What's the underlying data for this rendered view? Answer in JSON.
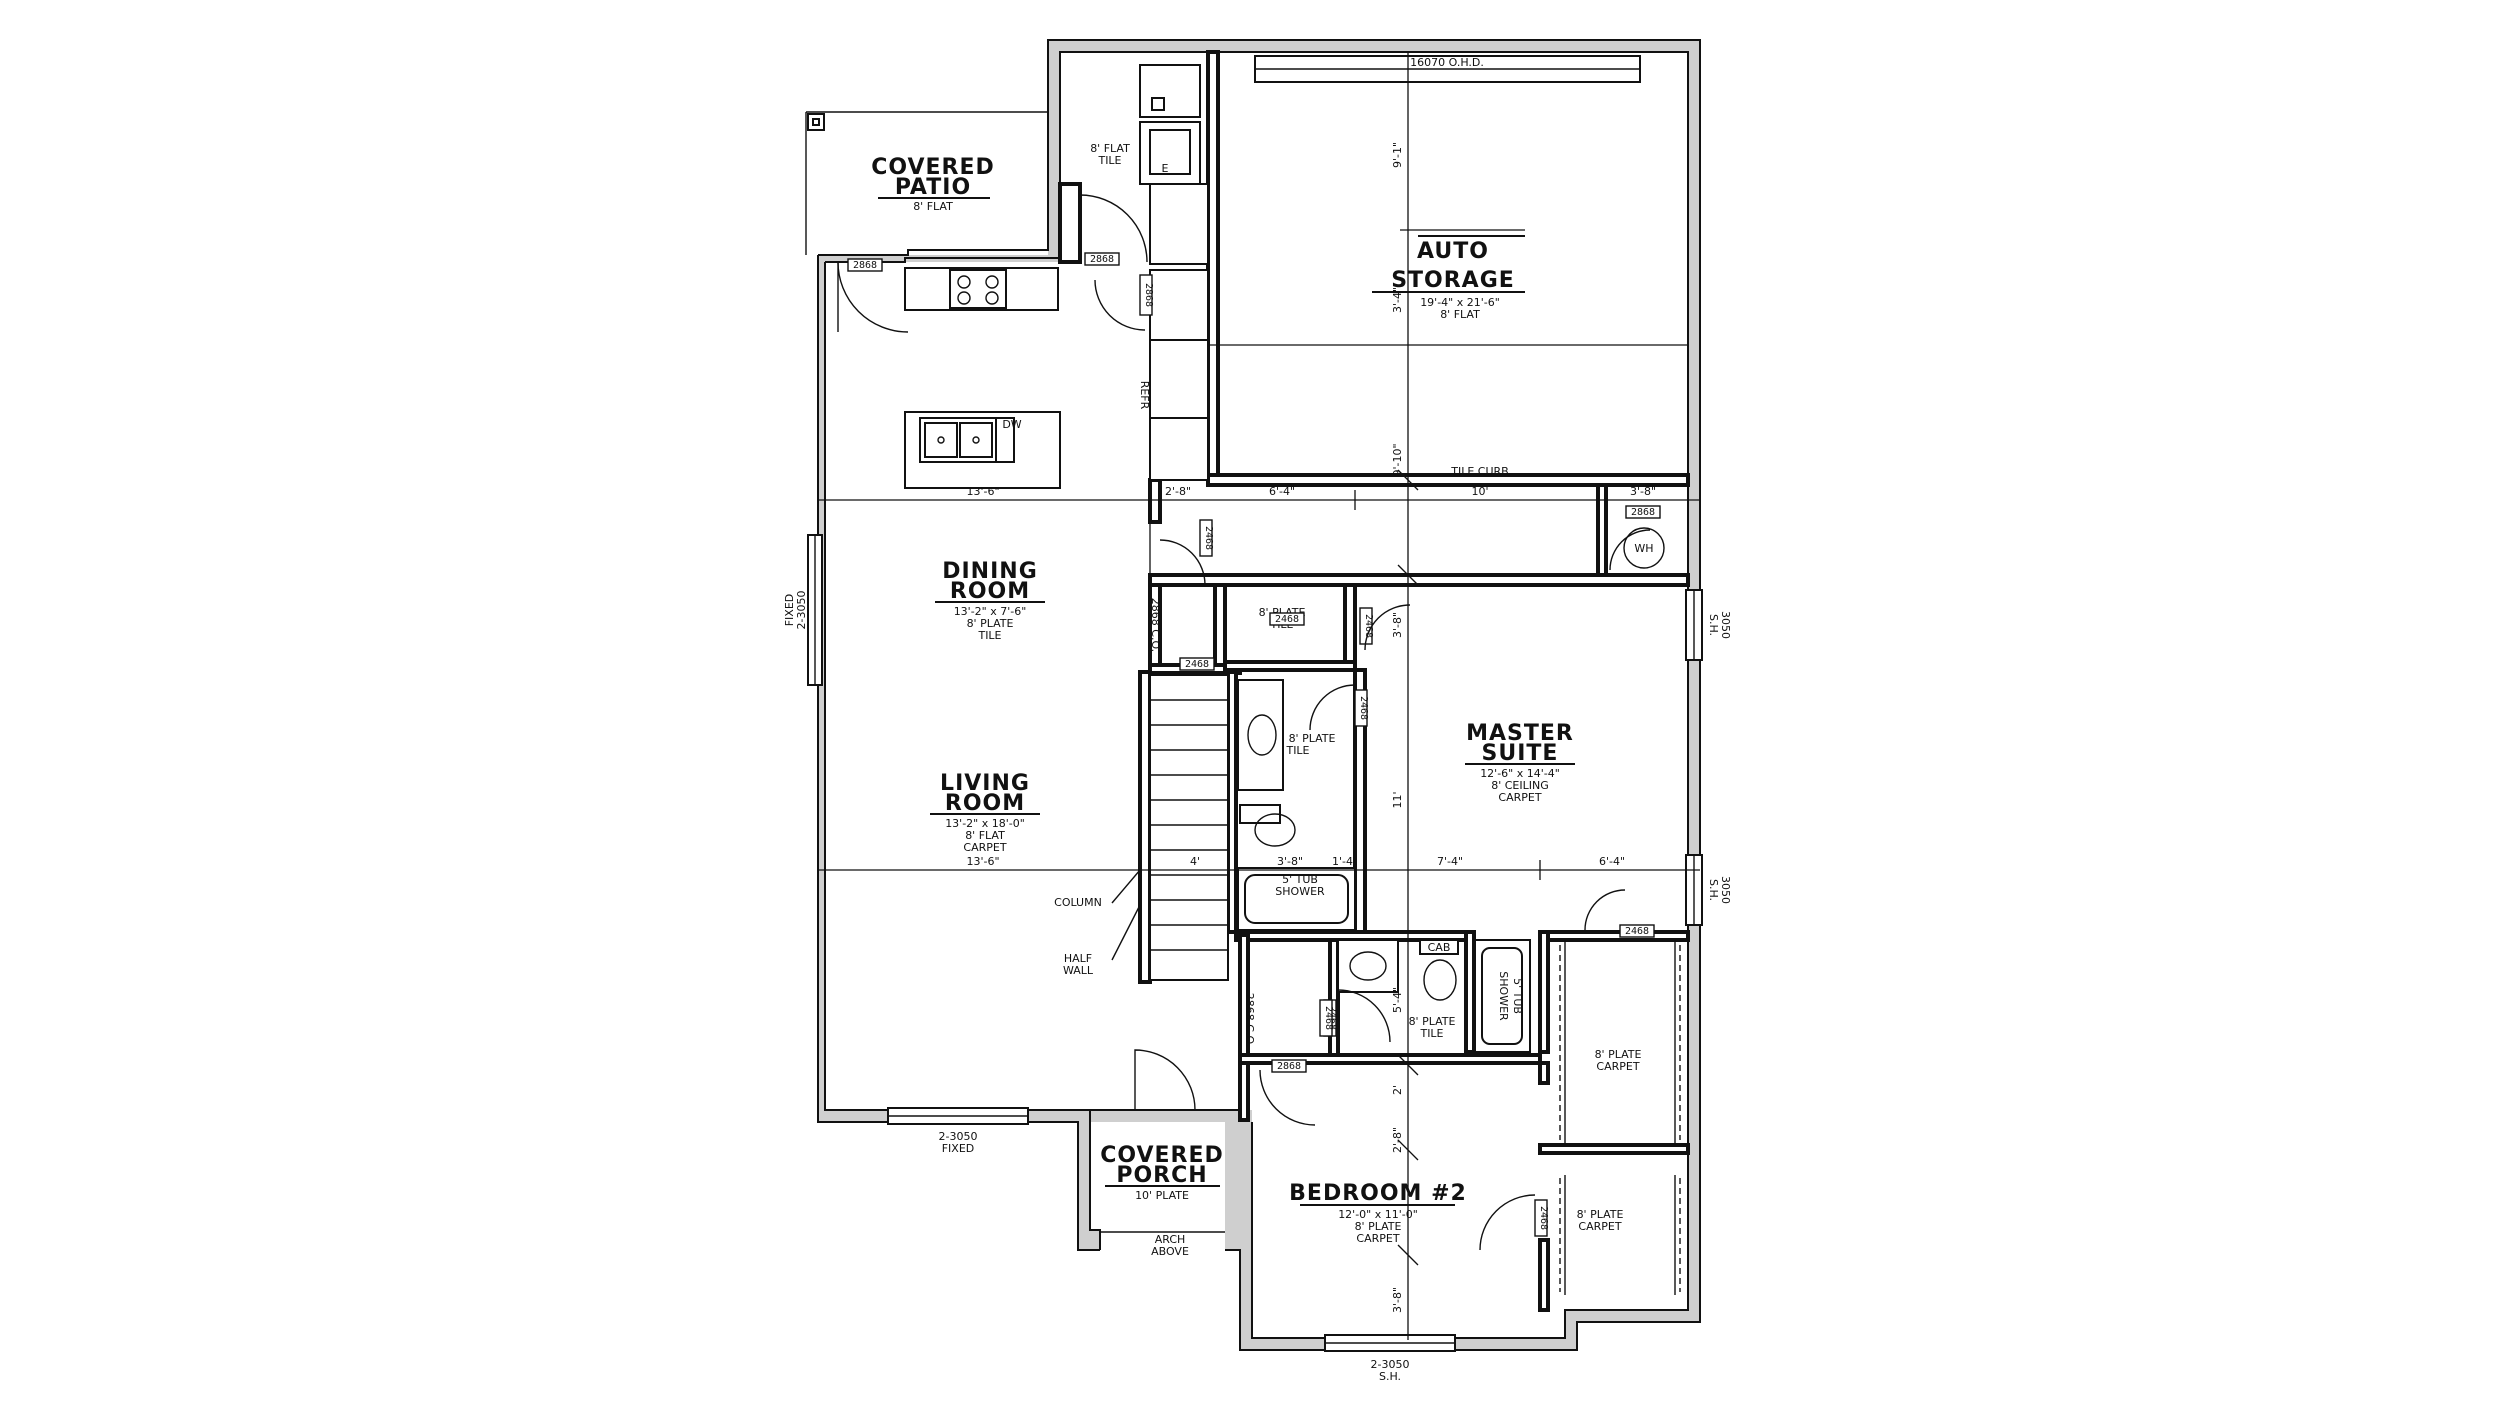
{
  "rooms": {
    "covered_patio": {
      "name_1": "COVERED",
      "name_2": "PATIO",
      "note": "8' FLAT"
    },
    "laundry": {
      "note_1": "8' FLAT",
      "note_2": "TILE",
      "appliance": "E"
    },
    "auto_storage": {
      "name_1": "AUTO",
      "name_2": "STORAGE",
      "size": "19'-4\" x 21'-6\"",
      "note": "8' FLAT"
    },
    "dining_room": {
      "name_1": "DINING",
      "name_2": "ROOM",
      "size": "13'-2\" x 7'-6\"",
      "note_1": "8' PLATE",
      "note_2": "TILE"
    },
    "living_room": {
      "name_1": "LIVING",
      "name_2": "ROOM",
      "size": "13'-2\" x 18'-0\"",
      "note_1": "8' FLAT",
      "note_2": "CARPET"
    },
    "pantry": {
      "note_1": "8' PLATE",
      "note_2": "TILE"
    },
    "hall_bath": {
      "note_1": "8' PLATE",
      "note_2": "TILE",
      "tub": "5' TUB",
      "tub_2": "SHOWER"
    },
    "master_suite": {
      "name_1": "MASTER",
      "name_2": "SUITE",
      "size": "12'-6\" x 14'-4\"",
      "note_1": "8' CEILING",
      "note_2": "CARPET"
    },
    "master_bath": {
      "note_1": "8' PLATE",
      "note_2": "TILE",
      "cab": "CAB",
      "shower_1": "SHOWER",
      "shower_2": "5' TUB"
    },
    "master_closet": {
      "note_1": "8' PLATE",
      "note_2": "CARPET"
    },
    "covered_porch": {
      "name_1": "COVERED",
      "name_2": "PORCH",
      "note": "10' PLATE",
      "arch_1": "ARCH",
      "arch_2": "ABOVE"
    },
    "bedroom_2": {
      "name": "BEDROOM #2",
      "size": "12'-0\" x 11'-0\"",
      "note_1": "8' PLATE",
      "note_2": "CARPET"
    },
    "bedroom_closet": {
      "note_1": "8' PLATE",
      "note_2": "CARPET"
    }
  },
  "kitchen": {
    "dw": "DW",
    "refr": "REFR"
  },
  "labels": {
    "garage_door": "16070 O.H.D.",
    "tile_curb": "TILE CURB",
    "wh": "WH",
    "column": "COLUMN",
    "half_wall_1": "HALF",
    "half_wall_2": "WALL",
    "left_window_1": "FIXED",
    "left_window_2": "2-3050",
    "bottom_window_1": "2-3050",
    "bottom_window_2": "FIXED",
    "bed_window_1": "2-3050",
    "bed_window_2": "S.H.",
    "right_window_a1": "S.H.",
    "right_window_a2": "3050",
    "right_window_b1": "S.H.",
    "right_window_b2": "3050",
    "co_1": "2868 C.O.",
    "co_2": "2868 C.O."
  },
  "door_tags": {
    "d1": "2868",
    "d2": "2868",
    "d3": "2468",
    "d4": "2868",
    "d5": "2468",
    "d6": "2468",
    "d7": "2868",
    "d8": "2468",
    "d9": "2468",
    "d10": "2468",
    "d11": "2868",
    "d12": "2468",
    "d13": "2468",
    "d14": "2468"
  },
  "dimensions": {
    "kitchen_width": "13'-6\"",
    "hall_a": "2'-8\"",
    "seg_1": "6'-4\"",
    "seg_2": "10'",
    "seg_3": "3'-8\"",
    "garage_v1": "9'-1\"",
    "garage_v2": "3'-4\"",
    "garage_v3": "9'-10\"",
    "bath_v": "3'-8\"",
    "living_width": "13'-6\"",
    "stair": "4'",
    "bath_w": "3'-8\"",
    "gap": "1'-4\"",
    "suite_a": "7'-4\"",
    "suite_b": "6'-4\"",
    "suite_v": "11'",
    "mb_v1": "5'-4\"",
    "bed_v1": "2'",
    "bed_v2": "2'-8\"",
    "bed_v3": "3'-8\""
  }
}
